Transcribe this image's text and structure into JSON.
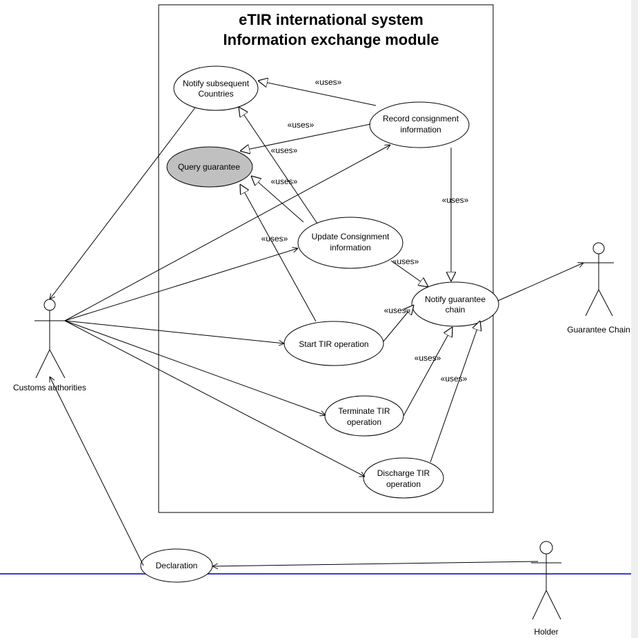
{
  "system": {
    "title_line1": "eTIR international system",
    "title_line2": "Information exchange module"
  },
  "actors": {
    "customs": "Customs authorities",
    "guarantee_chain": "Guarantee Chain",
    "holder": "Holder"
  },
  "use_cases": {
    "notify_subsequent": [
      "Notify subsequent",
      "Countries"
    ],
    "record_consignment": [
      "Record consignment",
      "information"
    ],
    "query_guarantee": [
      "Query guarantee"
    ],
    "update_consignment": [
      "Update Consignment",
      "information"
    ],
    "notify_guarantee_chain": [
      "Notify guarantee",
      "chain"
    ],
    "start_tir": [
      "Start TIR operation"
    ],
    "terminate_tir": [
      "Terminate TIR",
      "operation"
    ],
    "discharge_tir": [
      "Discharge TIR",
      "operation"
    ],
    "declaration": [
      "Declaration"
    ]
  },
  "relations": {
    "uses_label": "«uses»"
  },
  "colors": {
    "highlight_fill": "#c0c0c0",
    "line": "#000000"
  }
}
